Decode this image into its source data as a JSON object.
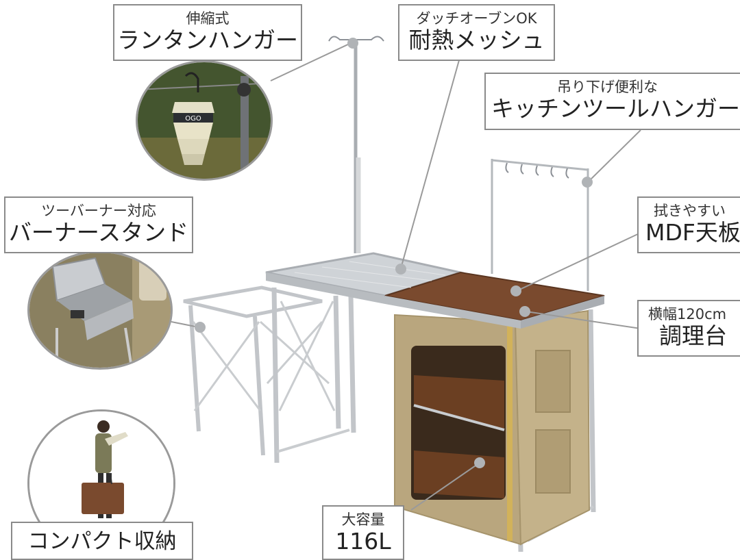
{
  "callouts": {
    "lantern_hanger": {
      "sub": "伸縮式",
      "main": "ランタンハンガー"
    },
    "heat_mesh": {
      "sub": "ダッチオーブンOK",
      "main": "耐熱メッシュ"
    },
    "tool_hanger": {
      "sub": "吊り下げ便利な",
      "main": "キッチンツールハンガー"
    },
    "burner_stand": {
      "sub": "ツーバーナー対応",
      "main": "バーナースタンド"
    },
    "mdf_top": {
      "sub": "拭きやすい",
      "main": "MDF天板"
    },
    "cooking_table": {
      "sub": "横幅120cm",
      "main": "調理台"
    },
    "capacity": {
      "sub": "大容量",
      "main": "116L"
    },
    "compact": {
      "main": "コンパクト収納"
    }
  },
  "photos": {
    "lantern_text": "OGO"
  },
  "colors": {
    "frame": "#c9ccd0",
    "mdf": "#7a4a2e",
    "canvas": "#b9a67e",
    "shelf_wood": "#6b3f22",
    "leader": "#9a9a9a"
  }
}
